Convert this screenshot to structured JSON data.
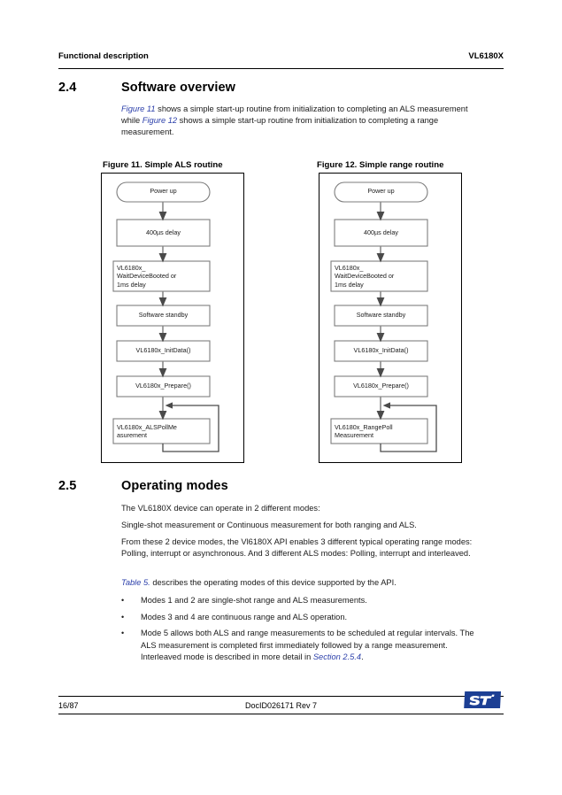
{
  "header": {
    "left_title": "Functional description",
    "right_title": "VL6180X"
  },
  "sections": [
    {
      "number": "2.4",
      "title": "Software overview"
    },
    {
      "number": "2.5",
      "title": "Operating modes"
    }
  ],
  "intro_paragraph": {
    "link1": "Figure 11",
    "text1": " shows a simple start-up routine from initialization to completing an ALS measurement while ",
    "link2": "Figure 12",
    "text2": " shows a simple start-up routine from initialization to completing a range measurement."
  },
  "operating_modes": {
    "para_a": "The VL6180X device can operate in 2 different modes:",
    "para_b": "Single-shot measurement or Continuous measurement for both ranging and ALS.",
    "para_c": "From these 2 device modes, the Vl6180X API enables 3 different typical operating range modes: Polling, interrupt or asynchronous. And 3 different ALS modes: Polling, interrupt and interleaved.",
    "para_d_link": "Table 5.",
    "para_d_text": " describes the operating modes of this device supported by the API.",
    "bullet_marker": "•",
    "bullets": [
      "Modes 1 and 2 are single-shot range and ALS measurements.",
      "Modes 3 and 4 are continuous range and ALS operation.",
      "Mode 5 allows both ALS and range measurements to be scheduled at regular intervals. The ALS measurement is completed first immediately followed by a range measurement. Interleaved mode is described in more detail in "
    ],
    "bullet3_link": "Section 2.5.4",
    "bullet3_tail": "."
  },
  "figures": [
    {
      "caption": "Figure 11. Simple ALS routine",
      "nodes": [
        {
          "label": "Power up",
          "shape": "stadium",
          "align": "center"
        },
        {
          "label": "400µs delay",
          "shape": "rect",
          "align": "center"
        },
        {
          "label": "VL6180x_ WaitDeviceBooted or 1ms delay",
          "shape": "rect",
          "align": "left"
        },
        {
          "label": "Software standby",
          "shape": "rect",
          "align": "center"
        },
        {
          "label": "VL6180x_InitData()",
          "shape": "rect",
          "align": "center"
        },
        {
          "label": "VL6180x_Prepare()",
          "shape": "rect",
          "align": "center"
        },
        {
          "label": "VL6180x_ALSPollMeasurement",
          "shape": "rect",
          "align": "left"
        }
      ]
    },
    {
      "caption": "Figure 12. Simple range routine",
      "nodes": [
        {
          "label": "Power up",
          "shape": "stadium",
          "align": "center"
        },
        {
          "label": "400µs delay",
          "shape": "rect",
          "align": "center"
        },
        {
          "label": "VL6180x_ WaitDeviceBooted or 1ms delay",
          "shape": "rect",
          "align": "left"
        },
        {
          "label": "Software standby",
          "shape": "rect",
          "align": "center"
        },
        {
          "label": "VL6180x_InitData()",
          "shape": "rect",
          "align": "center"
        },
        {
          "label": "VL6180x_Prepare()",
          "shape": "rect",
          "align": "center"
        },
        {
          "label": "VL6180x_RangePoll Measurement",
          "shape": "rect",
          "align": "left"
        }
      ]
    }
  ],
  "figure_node_lines": {
    "fig11": {
      "n0": "Power up",
      "n1": "400µs delay",
      "n2_l1": "VL6180x_",
      "n2_l2": "WaitDeviceBooted or",
      "n2_l3": "1ms delay",
      "n3": "Software standby",
      "n4": "VL6180x_InitData()",
      "n5": "VL6180x_Prepare()",
      "n6_l1": "VL6180x_ALSPollMe",
      "n6_l2": "asurement"
    },
    "fig12": {
      "n0": "Power up",
      "n1": "400µs delay",
      "n2_l1": "VL6180x_",
      "n2_l2": "WaitDeviceBooted or",
      "n2_l3": "1ms delay",
      "n3": "Software standby",
      "n4": "VL6180x_InitData()",
      "n5": "VL6180x_Prepare()",
      "n6_l1": "VL6180x_RangePoll",
      "n6_l2": "Measurement"
    }
  },
  "footer": {
    "page_number": "16/87",
    "doc_id": "DocID026171 Rev 7",
    "logo_text": "ST"
  },
  "colors": {
    "link": "#2b3faa",
    "text": "#1a1a1a",
    "rule": "#000000",
    "node_border": "#808080",
    "arrow": "#6e6e6e",
    "logo_blue": "#1c3f94"
  }
}
